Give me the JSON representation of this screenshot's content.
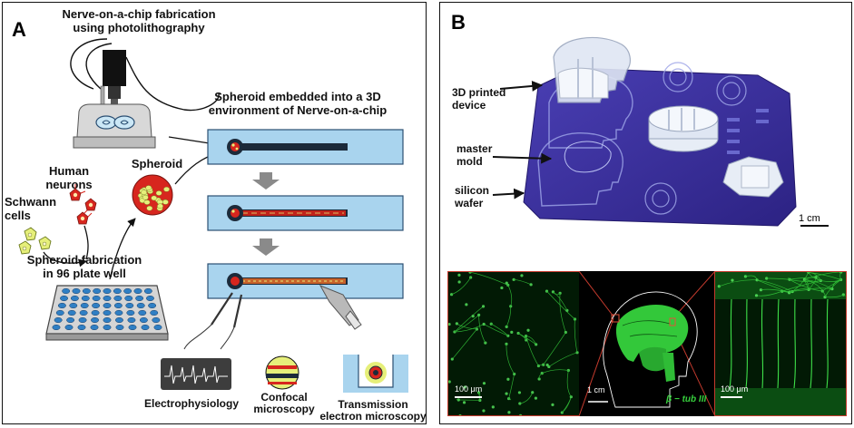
{
  "panel_a": {
    "letter": "A",
    "title_fabrication": [
      "Nerve-on-a-chip fabrication",
      "using photolithography"
    ],
    "title_spheroid_embedded": [
      "Spheroid embedded into a 3D",
      "environment of Nerve-on-a-chip"
    ],
    "label_human_neurons": [
      "Human",
      "neurons"
    ],
    "label_schwann_cells": [
      "Schwann",
      "cells"
    ],
    "label_spheroid": "Spheroid",
    "label_spheroid_fabrication": [
      "Spheroid fabrication",
      "in 96 plate well"
    ],
    "label_electrophysiology": "Electrophysiology",
    "label_confocal": [
      "Confocal",
      "microscopy"
    ],
    "label_tem": [
      "Transmission",
      "electron microscopy"
    ]
  },
  "panel_b": {
    "letter": "B",
    "label_3d_printed": [
      "3D printed",
      "device"
    ],
    "label_master_mold": [
      "master",
      "mold"
    ],
    "label_silicon_wafer": [
      "silicon",
      "wafer"
    ],
    "scale_1cm_top": "1 cm",
    "scale_100um_left": "100 μm",
    "scale_1cm_center": "1 cm",
    "stain_label": "β − tub III",
    "scale_100um_right": "100 μm"
  },
  "colors": {
    "chip_blue": "#a9d4ee",
    "chip_border": "#2b4f73",
    "neuron_red": "#d7261e",
    "schwann_yellow": "#e6ef7a",
    "wafer_purple": "#3a2f9c",
    "stain_green": "#37d13d",
    "grey_arrow": "#8a8a8a"
  },
  "icons": [
    "microscope-icon",
    "spheroid-icon",
    "well-plate-icon",
    "electrode-icon",
    "signal-trace-icon"
  ]
}
